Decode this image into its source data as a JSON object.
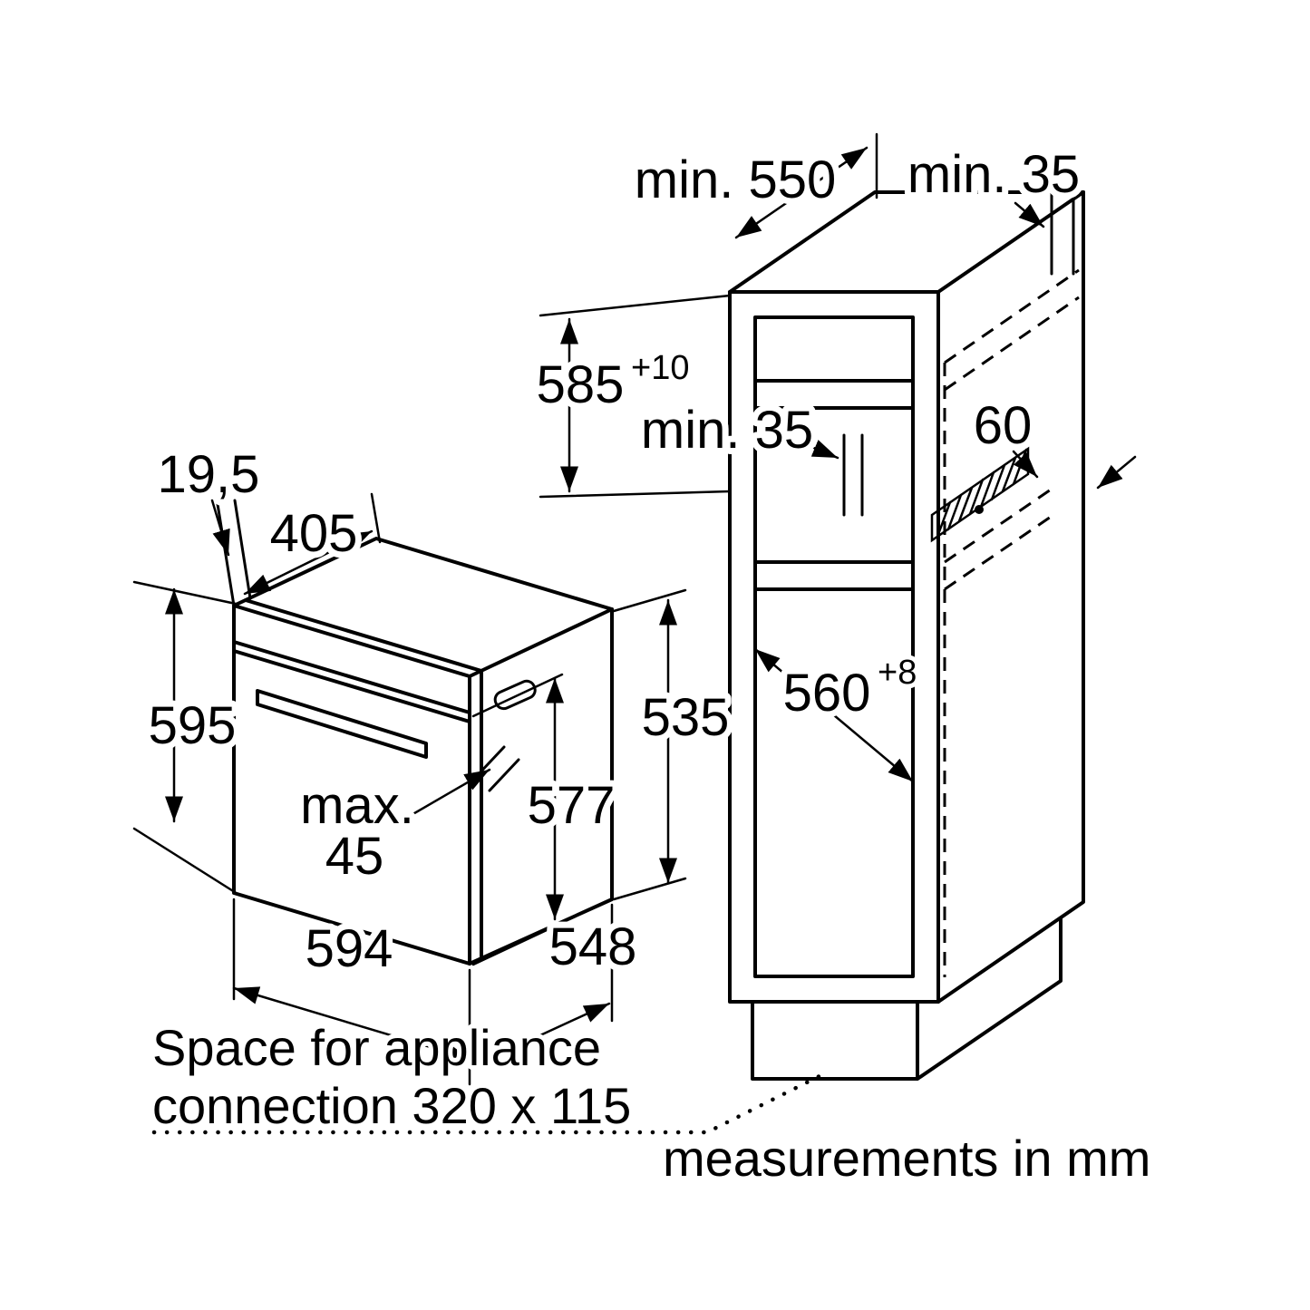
{
  "labels": {
    "oven": {
      "overhang": "19,5",
      "top_depth": "405",
      "height": "595",
      "handle_line1": "max.",
      "handle_line2": "45",
      "width": "594",
      "front_height": "577",
      "rear_height": "535",
      "depth": "548"
    },
    "cabinet": {
      "depth_min": "min. 550",
      "wall_gap_top": "min. 35",
      "niche_height": "585",
      "niche_height_tol": "+10",
      "rear_gap": "min. 35",
      "vent_depth": "60",
      "niche_width": "560",
      "niche_width_tol": "+8"
    },
    "notes": {
      "connection_1": "Space for appliance",
      "connection_2": "connection 320 x 115",
      "units": "measurements in mm"
    }
  },
  "colors": {
    "line": "#000000",
    "background": "#ffffff"
  }
}
